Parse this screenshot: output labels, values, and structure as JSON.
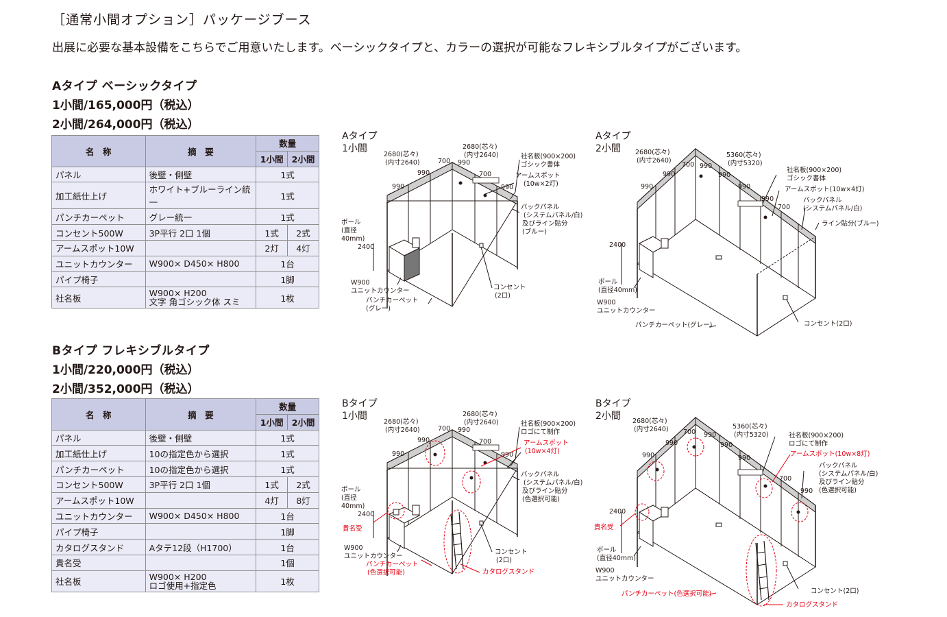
{
  "header": {
    "title": "［通常小間オプション］パッケージブース",
    "intro": "出展に必要な基本設備をこちらでご用意いたします。ベーシックタイプと、カラーの選択が可能なフレキシブルタイプがございます。"
  },
  "type_a": {
    "title": "Aタイプ ベーシックタイプ",
    "price1": "1小間/165,000円（税込）",
    "price2": "2小間/264,000円（税込）",
    "table": {
      "headers": {
        "name": "名　称",
        "summary": "摘　要",
        "qty": "数量",
        "qty1": "1小間",
        "qty2": "2小間"
      },
      "rows": [
        {
          "name": "パネル",
          "summary": "後壁・側壁",
          "q": "1式"
        },
        {
          "name": "加工紙仕上げ",
          "summary": "ホワイト+ブルーライン統一",
          "q": "1式"
        },
        {
          "name": "パンチカーペット",
          "summary": "グレー統一",
          "q": "1式"
        },
        {
          "name": "コンセント500W",
          "summary": "3P平行 2口 1個",
          "q1": "1式",
          "q2": "2式"
        },
        {
          "name": "アームスポット10W",
          "summary": "",
          "q1": "2灯",
          "q2": "4灯"
        },
        {
          "name": "ユニットカウンター",
          "summary": "W900× D450× H800",
          "q": "1台"
        },
        {
          "name": "パイプ椅子",
          "summary": "",
          "q": "1脚"
        },
        {
          "name": "社名板",
          "summary": "W900× H200",
          "summary2": "文字 角ゴシック体 スミ",
          "q": "1枚"
        }
      ]
    },
    "diagram1": {
      "title": "Aタイプ\n1小間",
      "labels": {
        "d1": "2680(芯々)",
        "d1b": "(内寸2640)",
        "d2": "2680(芯々)",
        "d2b": "(内寸2640)",
        "n990a": "990",
        "n990b": "990",
        "n990c": "990",
        "n990d": "990",
        "n700a": "700",
        "n700b": "700",
        "sign": "社名板(900×200)",
        "sign2": "ゴシック書体",
        "arm": "アームスポット",
        "arm2": "(10w×2灯)",
        "back": "バックパネル",
        "back2": "(システムパネル/白)",
        "back3": "及びライン貼分",
        "back4": "(ブルー)",
        "pole": "ポール",
        "pole2": "(直径",
        "pole3": "40mm)",
        "h2400": "2400",
        "counter": "W900",
        "counter2": "ユニットカウンター",
        "carpet": "パンチカーペット",
        "carpet2": "(グレー)",
        "outlet": "コンセント",
        "outlet2": "(2口)"
      }
    },
    "diagram2": {
      "title": "Aタイプ\n2小間",
      "labels": {
        "d1": "2680(芯々)",
        "d1b": "(内寸2640)",
        "d2": "5360(芯々)",
        "d2b": "(内寸5320)",
        "n990a": "990",
        "n990b": "990",
        "n990c": "990",
        "n990d": "990",
        "n990e": "990",
        "n990f": "990",
        "n700a": "700",
        "n700b": "700",
        "sign": "社名板(900×200)",
        "sign2": "ゴシック書体",
        "arm": "アームスポット(10w×4灯)",
        "back": "バックパネル",
        "back2": "(システムパネル/白)",
        "line": "ライン貼分(ブルー)",
        "h2400": "2400",
        "pole": "ポール",
        "pole2": "(直径40mm)",
        "counter": "W900",
        "counter2": "ユニットカウンター",
        "carpet": "パンチカーペット(グレー)",
        "outlet": "コンセント(2口)"
      }
    }
  },
  "type_b": {
    "title": "Bタイプ フレキシブルタイプ",
    "price1": "1小間/220,000円（税込）",
    "price2": "2小間/352,000円（税込）",
    "table": {
      "headers": {
        "name": "名　称",
        "summary": "摘　要",
        "qty": "数量",
        "qty1": "1小間",
        "qty2": "2小間"
      },
      "rows": [
        {
          "name": "パネル",
          "summary": "後壁・側壁",
          "q": "1式"
        },
        {
          "name": "加工紙仕上げ",
          "summary": "10の指定色から選択",
          "q": "1式"
        },
        {
          "name": "パンチカーペット",
          "summary": "10の指定色から選択",
          "q": "1式"
        },
        {
          "name": "コンセント500W",
          "summary": "3P平行 2口 1個",
          "q1": "1式",
          "q2": "2式"
        },
        {
          "name": "アームスポット10W",
          "summary": "",
          "q1": "4灯",
          "q2": "8灯"
        },
        {
          "name": "ユニットカウンター",
          "summary": "W900× D450× H800",
          "q": "1台"
        },
        {
          "name": "パイプ椅子",
          "summary": "",
          "q": "1脚"
        },
        {
          "name": "カタログスタンド",
          "summary": "Aタテ12段（H1700）",
          "q": "1台"
        },
        {
          "name": "貴名受",
          "summary": "",
          "q": "1個"
        },
        {
          "name": "社名板",
          "summary": "W900× H200",
          "summary2": "ロゴ使用+指定色",
          "q": "1枚"
        }
      ]
    },
    "diagram1": {
      "title": "Bタイプ\n1小間",
      "labels": {
        "d1": "2680(芯々)",
        "d1b": "(内寸2640)",
        "d2": "2680(芯々)",
        "d2b": "(内寸2640)",
        "n990a": "990",
        "n990b": "990",
        "n990c": "990",
        "n990d": "990",
        "n700a": "700",
        "n700b": "700",
        "sign": "社名板(900×200)",
        "sign2": "ロゴにて制作",
        "arm": "アームスポット",
        "arm2": "(10w×4灯)",
        "back": "バックパネル",
        "back2": "(システムパネル/白)",
        "back3": "及びライン貼分",
        "back4": "(色選択可能)",
        "pole": "ポール",
        "pole2": "(直径",
        "pole3": "40mm)",
        "h2400": "2400",
        "namebox": "貴名受",
        "counter": "W900",
        "counter2": "ユニットカウンター",
        "carpet": "パンチカーペット",
        "carpet2": "(色選択可能)",
        "outlet": "コンセント",
        "outlet2": "(2口)",
        "catalog": "カタログスタンド"
      }
    },
    "diagram2": {
      "title": "Bタイプ\n2小間",
      "labels": {
        "d1": "2680(芯々)",
        "d1b": "(内寸2640)",
        "d2": "5360(芯々)",
        "d2b": "(内寸5320)",
        "n990a": "990",
        "n990b": "990",
        "n990c": "990",
        "n990d": "990",
        "n990e": "990",
        "n990f": "990",
        "n700a": "700",
        "n700b": "700",
        "sign": "社名板(900×200)",
        "sign2": "ロゴにて制作",
        "arm": "アームスポット(10w×8灯)",
        "back": "バックパネル",
        "back2": "(システムパネル/白)",
        "back3": "及びライン貼分",
        "back4": "(色選択可能)",
        "h2400": "2400",
        "namebox": "貴名受",
        "pole": "ポール",
        "pole2": "(直径40mm)",
        "counter": "W900",
        "counter2": "ユニットカウンター",
        "carpet": "パンチカーペット(色選択可能)",
        "outlet": "コンセント(2口)",
        "catalog": "カタログスタンド"
      }
    }
  },
  "colors": {
    "table_head": "#c9cbe5",
    "table_body": "#eaebf6",
    "accent_red": "#e60012",
    "line": "#231815"
  }
}
